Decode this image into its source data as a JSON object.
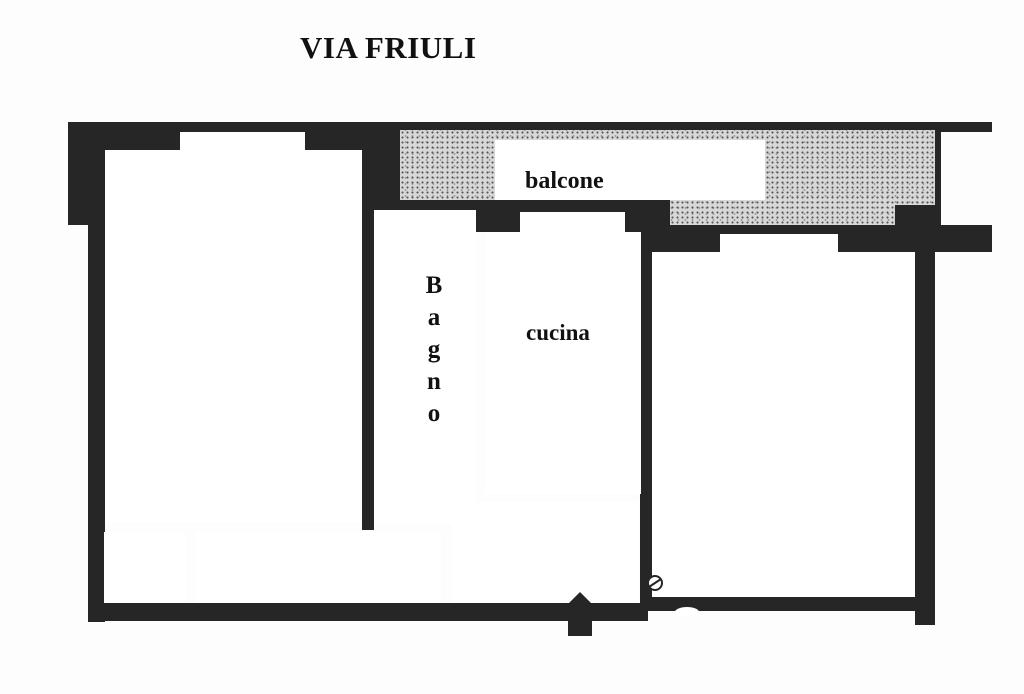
{
  "title": "VIA FRIULI",
  "rooms": {
    "balcone": "balcone",
    "bagno_letters": [
      "B",
      "a",
      "g",
      "n",
      "o"
    ],
    "cucina": "cucina"
  },
  "colors": {
    "wall": "#262626",
    "balcony": "#d8d8d8"
  }
}
